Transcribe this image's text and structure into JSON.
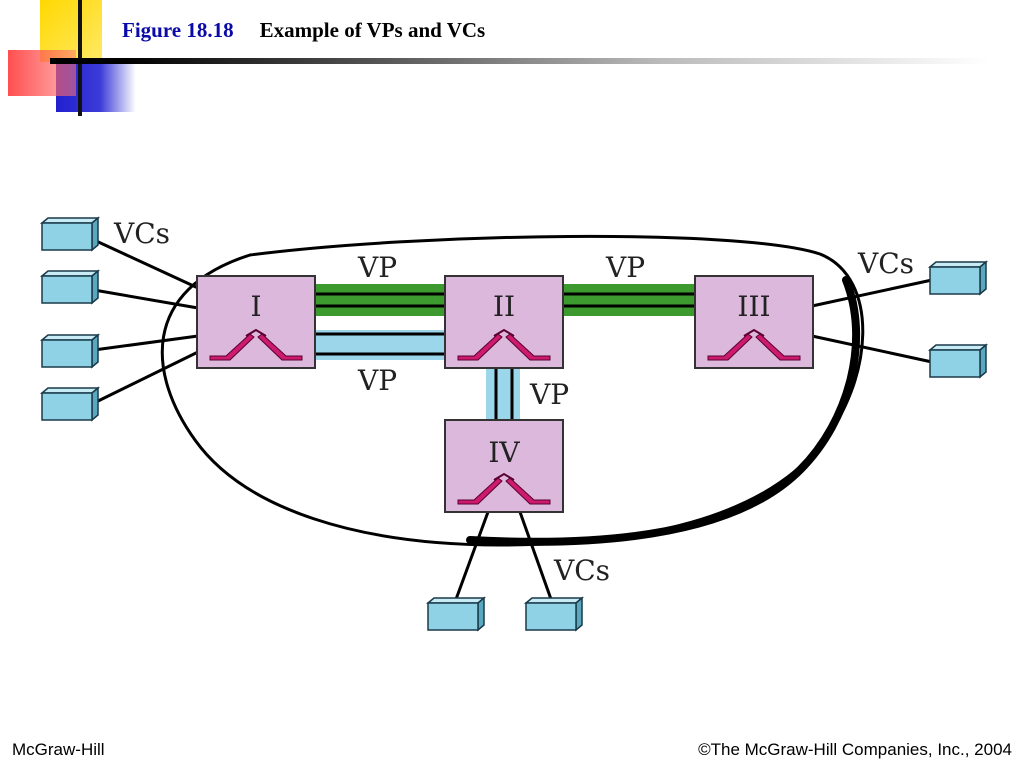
{
  "slide": {
    "figure_label": "Figure 18.18",
    "caption": "Example of VPs and VCs"
  },
  "diagram": {
    "switches": [
      "I",
      "II",
      "III",
      "IV"
    ],
    "labels": {
      "vcs_top_left": "VCs",
      "vcs_top_right": "VCs",
      "vcs_bottom": "VCs",
      "vp_I_II_green": "VP",
      "vp_II_III_green": "VP",
      "vp_I_II_blue": "VP",
      "vp_II_IV_blue": "VP"
    },
    "colors": {
      "switch_fill": "#dcb8dc",
      "switch_symbol": "#cc1a6e",
      "vp_green": "#3c9a2e",
      "vp_blue": "#9cd6ea",
      "terminal_fill": "#8fd2e6"
    }
  },
  "footer": {
    "left": "McGraw-Hill",
    "right": "©The McGraw-Hill Companies, Inc., 2004"
  }
}
